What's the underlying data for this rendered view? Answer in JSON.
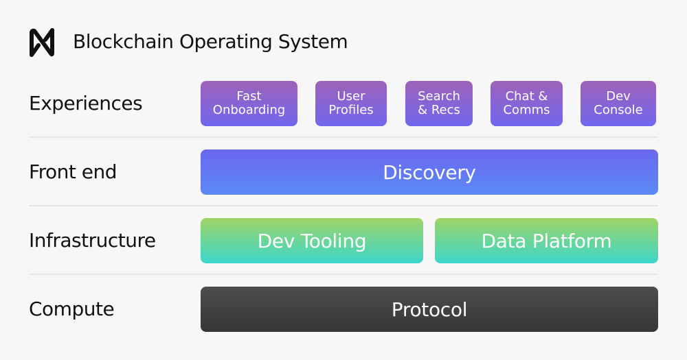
{
  "header": {
    "title": "Blockchain Operating System",
    "logo": "near-logo"
  },
  "rows": [
    {
      "label": "Experiences",
      "items": [
        "Fast\nOnboarding",
        "User\nProfiles",
        "Search\n& Recs",
        "Chat &\nComms",
        "Dev\nConsole"
      ]
    },
    {
      "label": "Front end",
      "items": [
        "Discovery"
      ]
    },
    {
      "label": "Infrastructure",
      "items": [
        "Dev Tooling",
        "Data Platform"
      ]
    },
    {
      "label": "Compute",
      "items": [
        "Protocol"
      ]
    }
  ],
  "colors": {
    "experiences": [
      "#9e62b8",
      "#7067ee"
    ],
    "front_end": [
      "#6a67ef",
      "#5b8af6"
    ],
    "infrastructure": [
      "#9ed466",
      "#3cd6cc"
    ],
    "compute": [
      "#4d4d4d",
      "#363636"
    ]
  }
}
